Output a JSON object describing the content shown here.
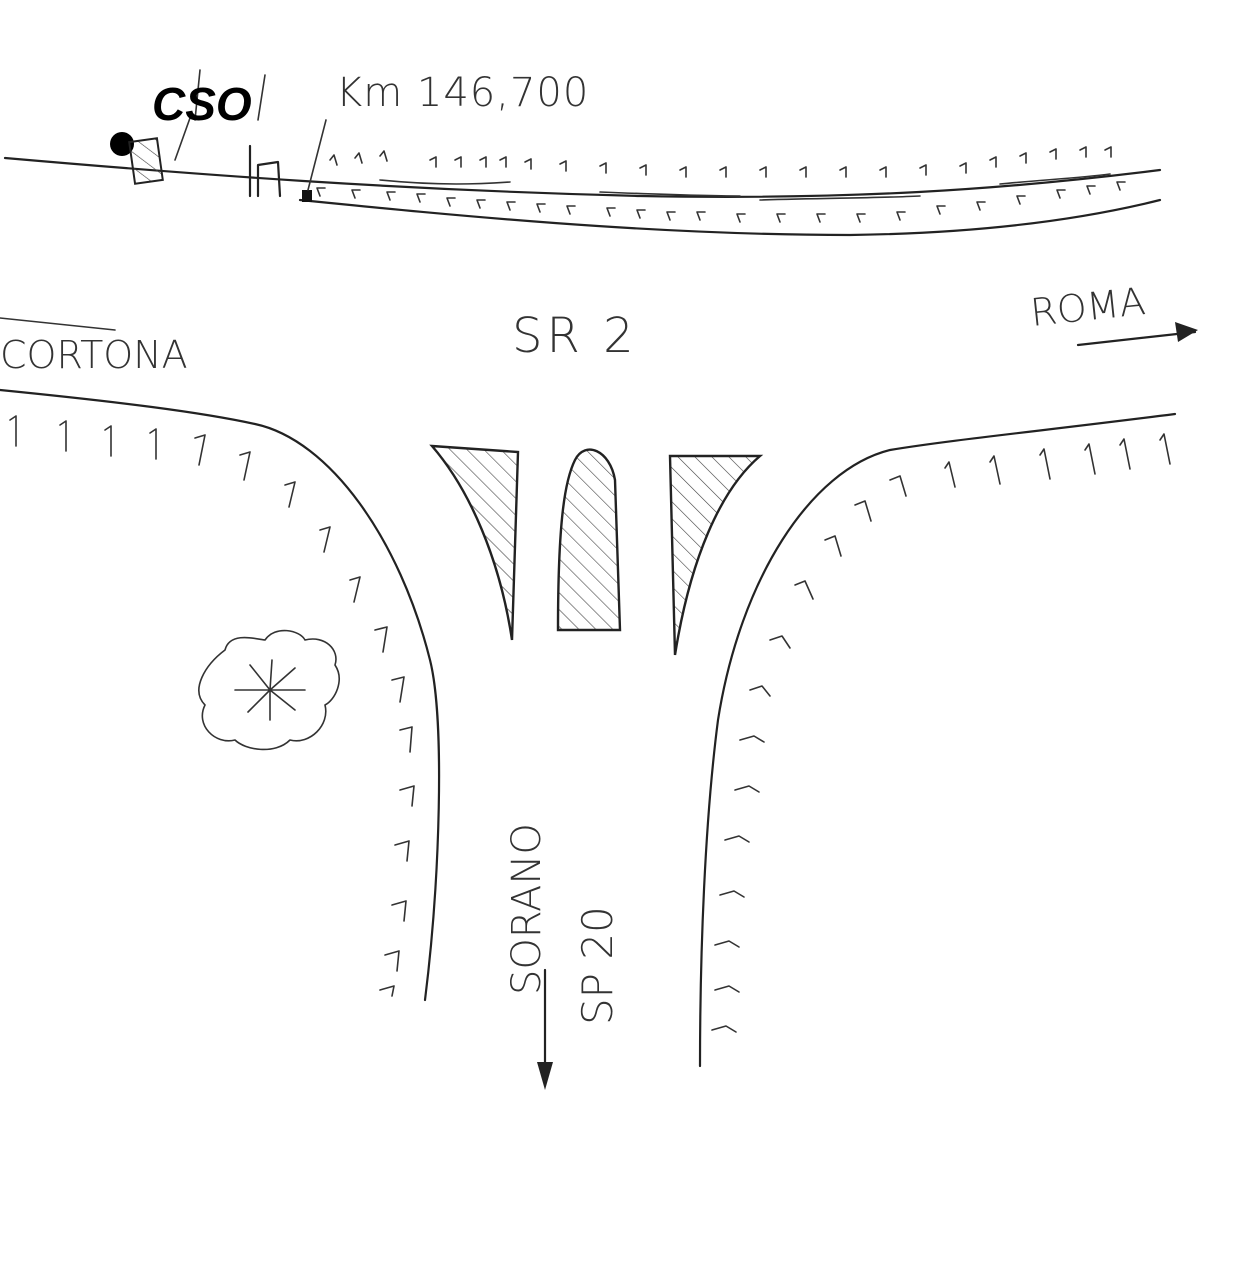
{
  "labels": {
    "cso": "CSO",
    "km": "Km 146,700",
    "main_road": "SR 2",
    "west_destination": "CORTONA",
    "east_destination": "ROMA",
    "south_destination": "SORANO",
    "side_road": "SP 20"
  },
  "colors": {
    "ink": "#222222",
    "background": "#ffffff"
  },
  "icons": {
    "tree": "tree-icon",
    "marker": "position-dot-icon"
  }
}
